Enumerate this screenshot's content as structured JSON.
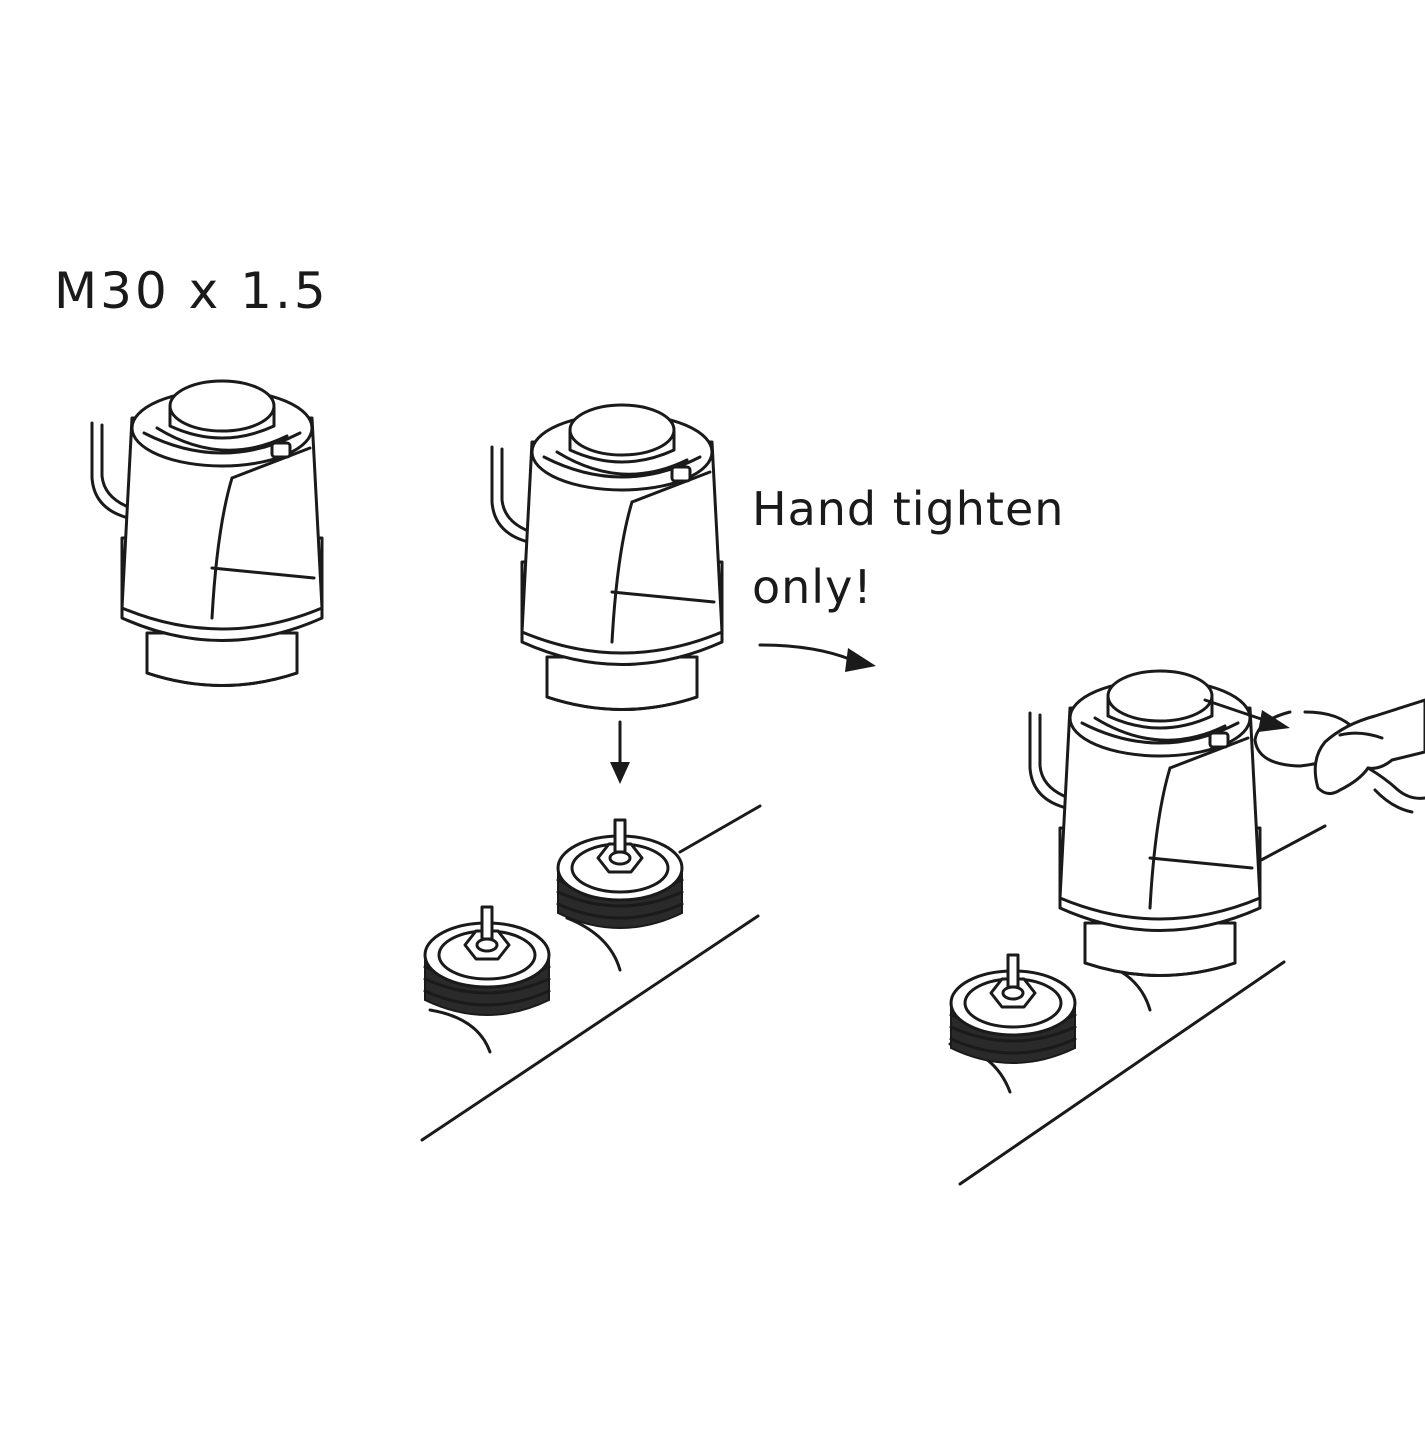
{
  "thread_spec": "M30 x 1.5",
  "instruction": {
    "line1": "Hand tighten",
    "line2": "only!"
  },
  "colors": {
    "ink": "#1a1a1a",
    "paper": "#ffffff"
  },
  "icons": [
    "actuator-icon",
    "valve-icon",
    "manifold-icon",
    "hand-icon",
    "clip-ring-icon",
    "arrow-icon"
  ]
}
